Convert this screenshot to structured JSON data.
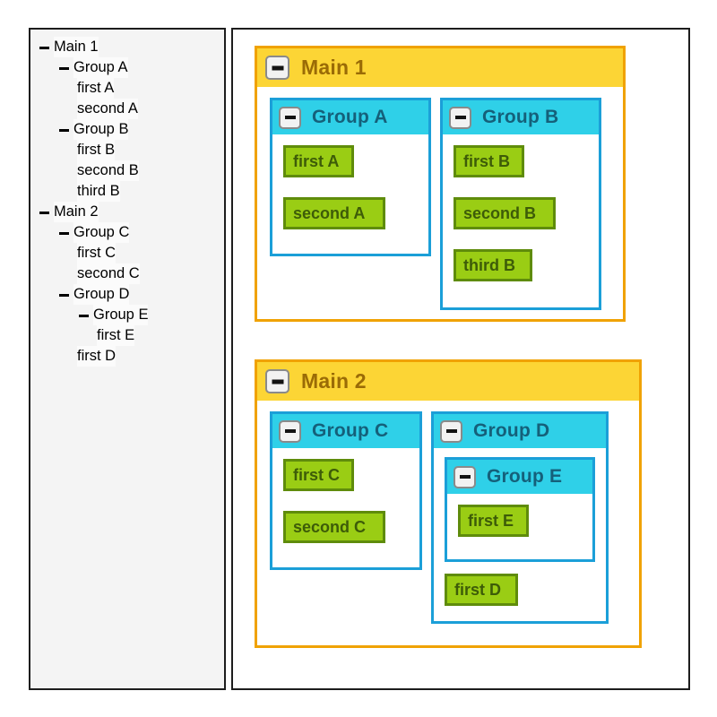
{
  "tree": {
    "name": "hierarchy-tree",
    "nodes": [
      {
        "label": "Main 1",
        "level": 0,
        "expandable": true,
        "icon": "minus-icon"
      },
      {
        "label": "Group A",
        "level": 1,
        "expandable": true,
        "icon": "minus-icon"
      },
      {
        "label": "first A",
        "level": 2,
        "expandable": false,
        "icon": ""
      },
      {
        "label": "second A",
        "level": 2,
        "expandable": false,
        "icon": ""
      },
      {
        "label": "Group B",
        "level": 1,
        "expandable": true,
        "icon": "minus-icon"
      },
      {
        "label": "first B",
        "level": 2,
        "expandable": false,
        "icon": ""
      },
      {
        "label": "second B",
        "level": 2,
        "expandable": false,
        "icon": ""
      },
      {
        "label": "third B",
        "level": 2,
        "expandable": false,
        "icon": ""
      },
      {
        "label": "Main 2",
        "level": 0,
        "expandable": true,
        "icon": "minus-icon"
      },
      {
        "label": "Group C",
        "level": 1,
        "expandable": true,
        "icon": "minus-icon"
      },
      {
        "label": "first C",
        "level": 2,
        "expandable": false,
        "icon": ""
      },
      {
        "label": "second C",
        "level": 2,
        "expandable": false,
        "icon": ""
      },
      {
        "label": "Group D",
        "level": 1,
        "expandable": true,
        "icon": "minus-icon"
      },
      {
        "label": "Group E",
        "level": 2,
        "expandable": true,
        "icon": "minus-icon"
      },
      {
        "label": "first E",
        "level": 3,
        "expandable": false,
        "icon": ""
      },
      {
        "label": "first D",
        "level": 2,
        "expandable": false,
        "icon": ""
      }
    ]
  },
  "canvas": {
    "main1": {
      "title": "Main 1",
      "collapse_icon": "minus-icon",
      "groupA": {
        "title": "Group A",
        "collapse_icon": "minus-icon",
        "leaves": [
          {
            "label": "first A"
          },
          {
            "label": "second A"
          }
        ]
      },
      "groupB": {
        "title": "Group B",
        "collapse_icon": "minus-icon",
        "leaves": [
          {
            "label": "first B"
          },
          {
            "label": "second B"
          },
          {
            "label": "third B"
          }
        ]
      }
    },
    "main2": {
      "title": "Main 2",
      "collapse_icon": "minus-icon",
      "groupC": {
        "title": "Group C",
        "collapse_icon": "minus-icon",
        "leaves": [
          {
            "label": "first C"
          },
          {
            "label": "second C"
          }
        ]
      },
      "groupD": {
        "title": "Group D",
        "collapse_icon": "minus-icon",
        "groupE": {
          "title": "Group E",
          "collapse_icon": "minus-icon",
          "leaves": [
            {
              "label": "first E"
            }
          ]
        },
        "leaves": [
          {
            "label": "first D"
          }
        ]
      }
    }
  },
  "colors": {
    "main_header_bg": "#fcd535",
    "main_border": "#f0a202",
    "main_title_text": "#9a6b06",
    "group_header_bg": "#2fd0e8",
    "group_border": "#1b9fd8",
    "group_title_text": "#15607a",
    "leaf_bg": "#9acd14",
    "leaf_border": "#5f8c0b",
    "leaf_text": "#3d5c08",
    "panel_border": "#1d1d1d",
    "tree_panel_bg": "#f4f4f4"
  }
}
